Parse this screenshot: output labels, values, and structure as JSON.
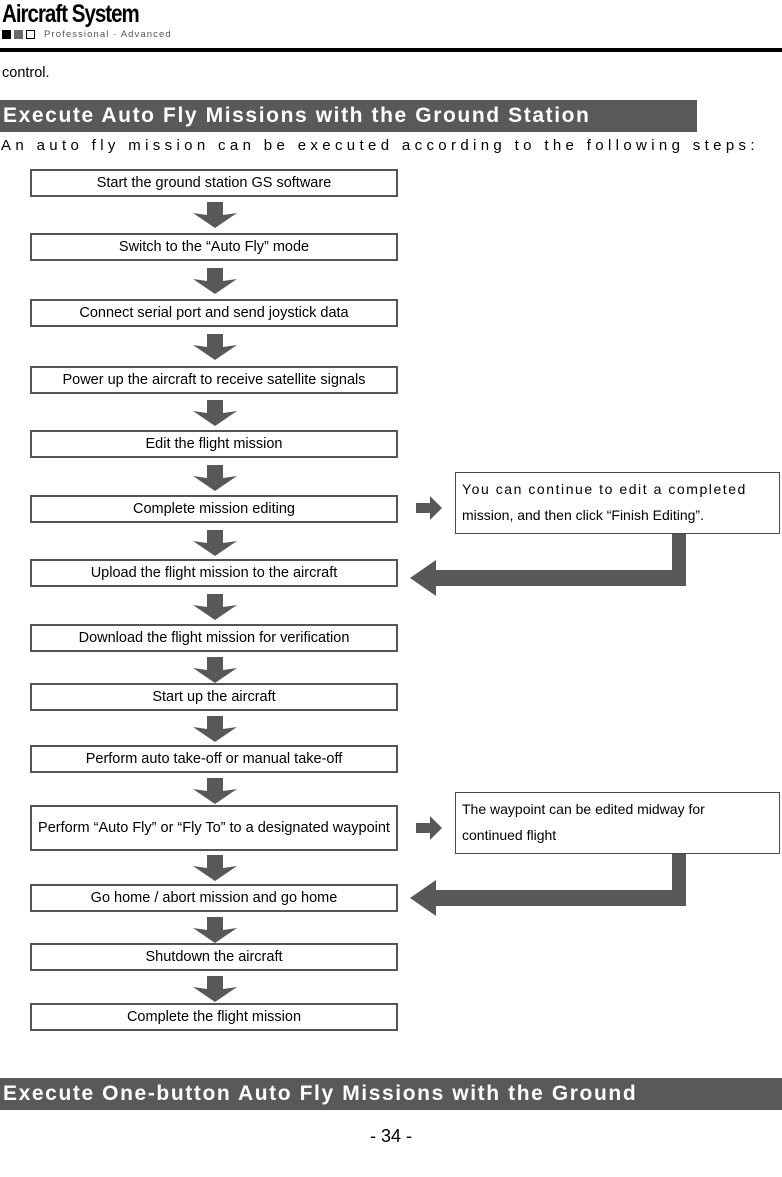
{
  "header": {
    "logo_title": "Aircraft System",
    "logo_tagline": "Professional · Advanced",
    "squares": [
      "black",
      "gray",
      "white"
    ]
  },
  "body": {
    "continued_text": "control."
  },
  "sections": [
    {
      "id": "auto-fly",
      "title": "Execute Auto Fly Missions with the Ground Station",
      "intro": "An auto fly mission can be executed according to the following steps:"
    },
    {
      "id": "one-button",
      "title": "Execute One-button Auto Fly Missions with the Ground"
    }
  ],
  "flowchart": {
    "steps": [
      {
        "label": "Start the ground station GS software"
      },
      {
        "label": "Switch to the “Auto Fly” mode"
      },
      {
        "label": "Connect serial port and send joystick data"
      },
      {
        "label": "Power up the aircraft to receive satellite signals"
      },
      {
        "label": "Edit the flight mission"
      },
      {
        "label": "Complete mission editing"
      },
      {
        "label": "Upload the flight mission to the aircraft"
      },
      {
        "label": "Download the flight mission for verification"
      },
      {
        "label": "Start up the aircraft"
      },
      {
        "label": "Perform auto take-off or manual take-off"
      },
      {
        "label": "Perform “Auto Fly” or “Fly To” to a designated waypoint"
      },
      {
        "label": "Go home / abort mission and go home"
      },
      {
        "label": "Shutdown the aircraft"
      },
      {
        "label": "Complete the flight mission"
      }
    ]
  },
  "notes": [
    {
      "id": "note-editing",
      "line1": "You can continue to edit a completed",
      "line2": "mission, and then click “Finish Editing”."
    },
    {
      "id": "note-waypoint",
      "line1": "The waypoint can be edited midway for",
      "line2": "continued flight"
    }
  ],
  "footer": {
    "page_number": "- 34 -"
  },
  "colors": {
    "section_bar_bg": "#595959",
    "section_bar_text": "#ffffff",
    "box_border": "#555555",
    "arrow_fill": "#585858",
    "rule": "#000000"
  }
}
